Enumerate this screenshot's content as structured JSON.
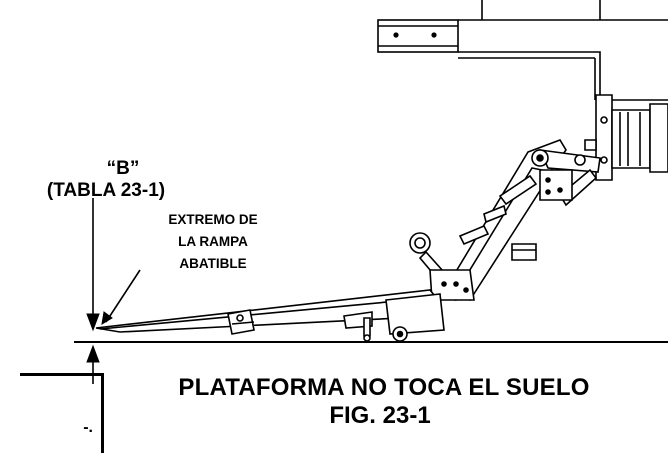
{
  "labels": {
    "b": "“B”",
    "tabla": "(TABLA 23-1)",
    "ramp_end": [
      "EXTREMO DE",
      "LA RAMPA",
      "ABATIBLE"
    ]
  },
  "caption": {
    "main": "PLATAFORMA NO TOCA EL SUELO",
    "figure": "FIG. 23-1"
  },
  "corner_box": {
    "fragment": "-."
  },
  "colors": {
    "ink": "#000000",
    "paper": "#ffffff"
  }
}
